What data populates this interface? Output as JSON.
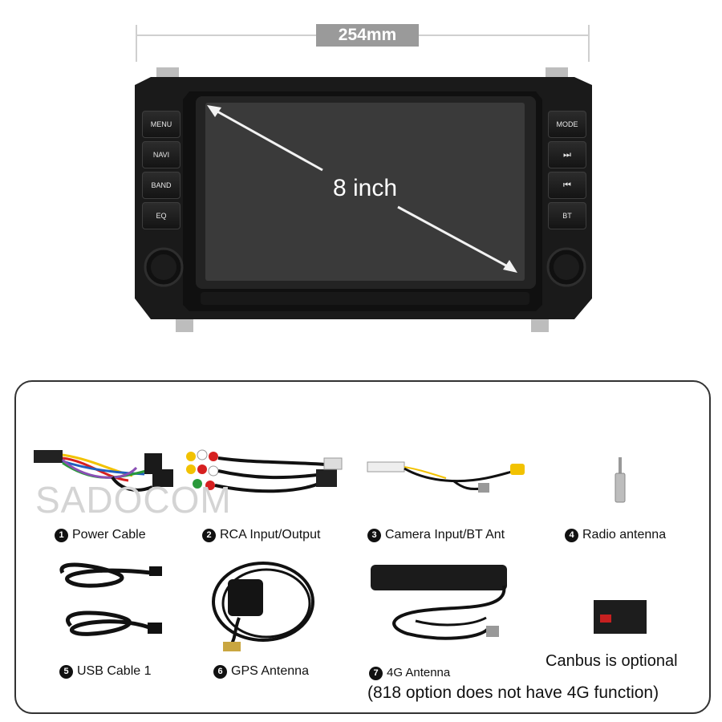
{
  "dimension": {
    "label": "254mm"
  },
  "head_unit": {
    "screen_label": "8 inch",
    "left_buttons": [
      "MENU",
      "NAVI",
      "BAND",
      "EQ"
    ],
    "right_buttons": [
      "MODE",
      "⏭",
      "⏮",
      "BT"
    ]
  },
  "accessories": {
    "watermark": "SADOCOM",
    "items": [
      {
        "num": "1",
        "label": "Power Cable"
      },
      {
        "num": "2",
        "label": "RCA Input/Output"
      },
      {
        "num": "3",
        "label": "Camera Input/BT Ant"
      },
      {
        "num": "4",
        "label": "Radio antenna"
      },
      {
        "num": "5",
        "label": "USB Cable 1"
      },
      {
        "num": "6",
        "label": "GPS Antenna"
      },
      {
        "num": "7",
        "label": "4G Antenna"
      }
    ],
    "canbus_note": "Canbus is optional",
    "fourg_note": "(818 option does not have 4G function)"
  },
  "colors": {
    "frame": "#1a1a1a",
    "screen": "#3a3a3a",
    "bracket": "#bdbdbd",
    "rca_yellow": "#f2c200",
    "rca_red": "#d62020"
  }
}
